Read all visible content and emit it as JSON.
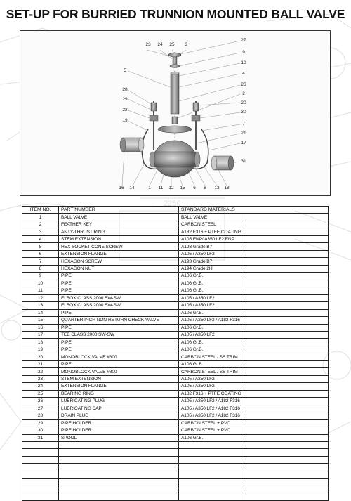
{
  "title": "SET-UP FOR BURRIED TRUNNION MOUNTED BALL VALVE",
  "table": {
    "headers": {
      "item_no": "ITEM NO.",
      "part_number": "PART NUMBER",
      "materials": "STANDARD MATERIALS"
    },
    "rows": [
      {
        "no": "1",
        "part": "BALL VALVE",
        "material": "BALL VALVE"
      },
      {
        "no": "2",
        "part": "FEATHER KEY",
        "material": "CARBON STEEL"
      },
      {
        "no": "3",
        "part": "ANTY-THRUST RING",
        "material": "A182 F316 + PTFE COATING"
      },
      {
        "no": "4",
        "part": "STEM EXTENSION",
        "material": "A105 ENP/ A350 LF2 ENP"
      },
      {
        "no": "5",
        "part": "HEX SOCKET CONE SCREW",
        "material": "A193 Grade B7"
      },
      {
        "no": "6",
        "part": "EXTENSION FLANGE",
        "material": "A105 / A350 LF2"
      },
      {
        "no": "7",
        "part": "HEXAGON SCREW",
        "material": "A193 Grade B7"
      },
      {
        "no": "8",
        "part": "HEXAGON NUT",
        "material": "A194 Grade 2H"
      },
      {
        "no": "9",
        "part": "PIPE",
        "material": "A106 Gr.B."
      },
      {
        "no": "10",
        "part": "PIPE",
        "material": "A106 Gr.B."
      },
      {
        "no": "11",
        "part": "PIPE",
        "material": "A106 Gr.B."
      },
      {
        "no": "12",
        "part": "ELBOX CLASS 2000 SW-SW",
        "material": "A105 / A350 LF2"
      },
      {
        "no": "13",
        "part": "ELBOX CLASS 2000 SW-SW",
        "material": "A105 / A350 LF2"
      },
      {
        "no": "14",
        "part": "PIPE",
        "material": "A106 Gr.B."
      },
      {
        "no": "15",
        "part": "QUARTER INCH NON-RETURN CHECK VALVE",
        "material": "A105 / A350 LF2 / A182 F316"
      },
      {
        "no": "16",
        "part": "PIPE",
        "material": "A106 Gr.B."
      },
      {
        "no": "17",
        "part": "TEE CLASS 2000 SW-SW",
        "material": "A105 / A350 LF2"
      },
      {
        "no": "18",
        "part": "PIPE",
        "material": "A106 Gr.B."
      },
      {
        "no": "19",
        "part": "PIPE",
        "material": "A106 Gr.B."
      },
      {
        "no": "20",
        "part": "MONOBLOCK VALVE #800",
        "material": "CARBON STEEL / SS TRIM"
      },
      {
        "no": "21",
        "part": "PIPE",
        "material": "A106 Gr.B."
      },
      {
        "no": "22",
        "part": "MONOBLOCK VALVE #800",
        "material": "CARBON STEEL / SS TRIM"
      },
      {
        "no": "23",
        "part": "STEM EXTENSION",
        "material": "A105 / A350 LF2"
      },
      {
        "no": "24",
        "part": "EXTENSION FLANGE",
        "material": "A105 / A350 LF2"
      },
      {
        "no": "25",
        "part": "BEARING RING",
        "material": "A182 F316 + PTFE COATING"
      },
      {
        "no": "26",
        "part": "LUBRICATING PLUG",
        "material": "A105 / A350 LF2 / A182 F316"
      },
      {
        "no": "27",
        "part": "LUBRICATING CAP",
        "material": "A105 / A350 LF2 / A182 F316"
      },
      {
        "no": "28",
        "part": "DRAIN PLUG",
        "material": "A105 / A350 LF2 / A182 F316"
      },
      {
        "no": "29",
        "part": "PIPE HOLDER",
        "material": "CARBON STEEL + PVC"
      },
      {
        "no": "30",
        "part": "PIPE HOLDER",
        "material": "CARBON STEEL + PVC"
      },
      {
        "no": "31",
        "part": "SPOOL",
        "material": "A106 Gr.B."
      }
    ],
    "empty_rows": 8
  },
  "callouts": {
    "top": [
      "23",
      "24",
      "25",
      "3"
    ],
    "left": [
      "5",
      "28",
      "29",
      "22",
      "19"
    ],
    "right": [
      "27",
      "9",
      "10",
      "4",
      "26",
      "2",
      "20",
      "30",
      "7",
      "21",
      "17",
      "31"
    ],
    "bottom": [
      "16",
      "14",
      "1",
      "11",
      "12",
      "15",
      "6",
      "8",
      "13",
      "18"
    ]
  },
  "watermark": {
    "dimension_label": "2250"
  }
}
